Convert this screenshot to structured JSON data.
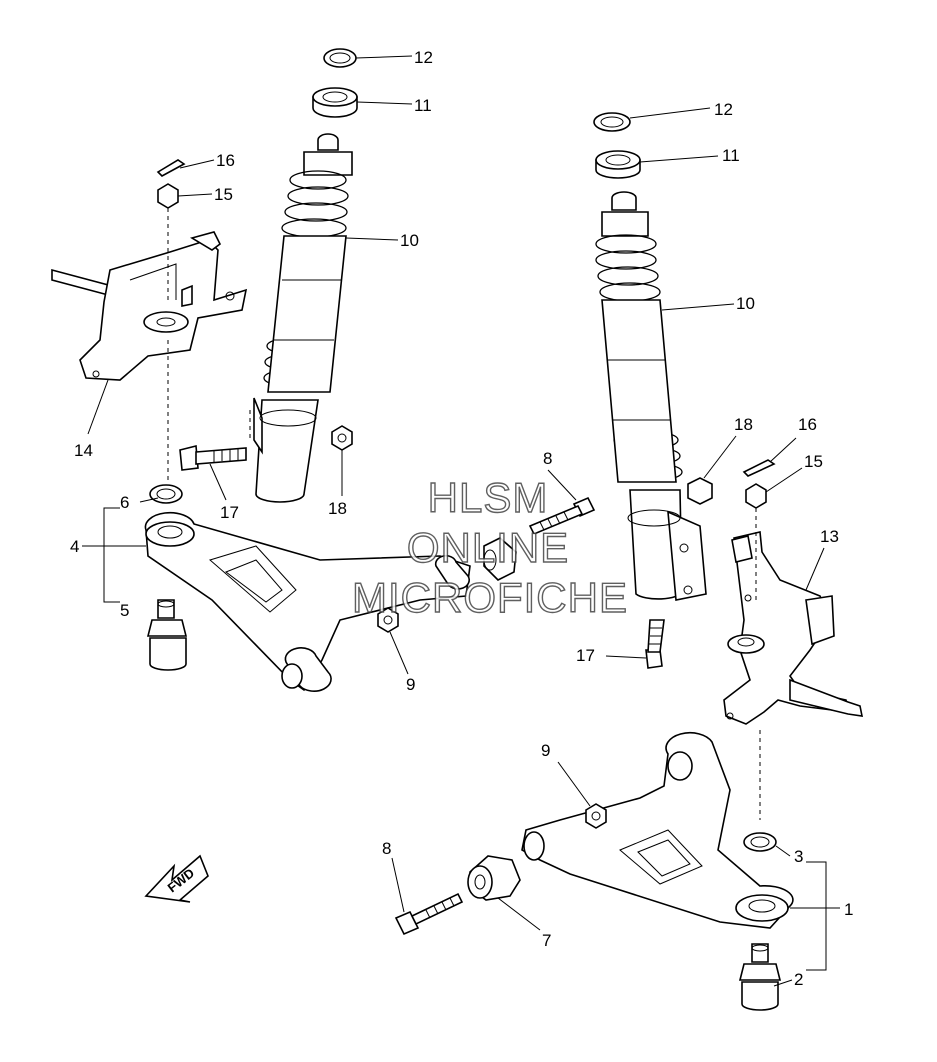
{
  "watermark": {
    "line1": "HLSM",
    "line2": "ONLINE",
    "line3": "MICROFICHE"
  },
  "direction_label": "FWD",
  "callouts": {
    "c1": "1",
    "c2": "2",
    "c3": "3",
    "c4": "4",
    "c5": "5",
    "c6": "6",
    "c7": "7",
    "c8a": "8",
    "c8b": "8",
    "c9a": "9",
    "c9b": "9",
    "c10a": "10",
    "c10b": "10",
    "c11a": "11",
    "c11b": "11",
    "c12a": "12",
    "c12b": "12",
    "c13": "13",
    "c14": "14",
    "c15a": "15",
    "c15b": "15",
    "c16a": "16",
    "c16b": "16",
    "c17a": "17",
    "c17b": "17",
    "c18a": "18",
    "c18b": "18"
  }
}
